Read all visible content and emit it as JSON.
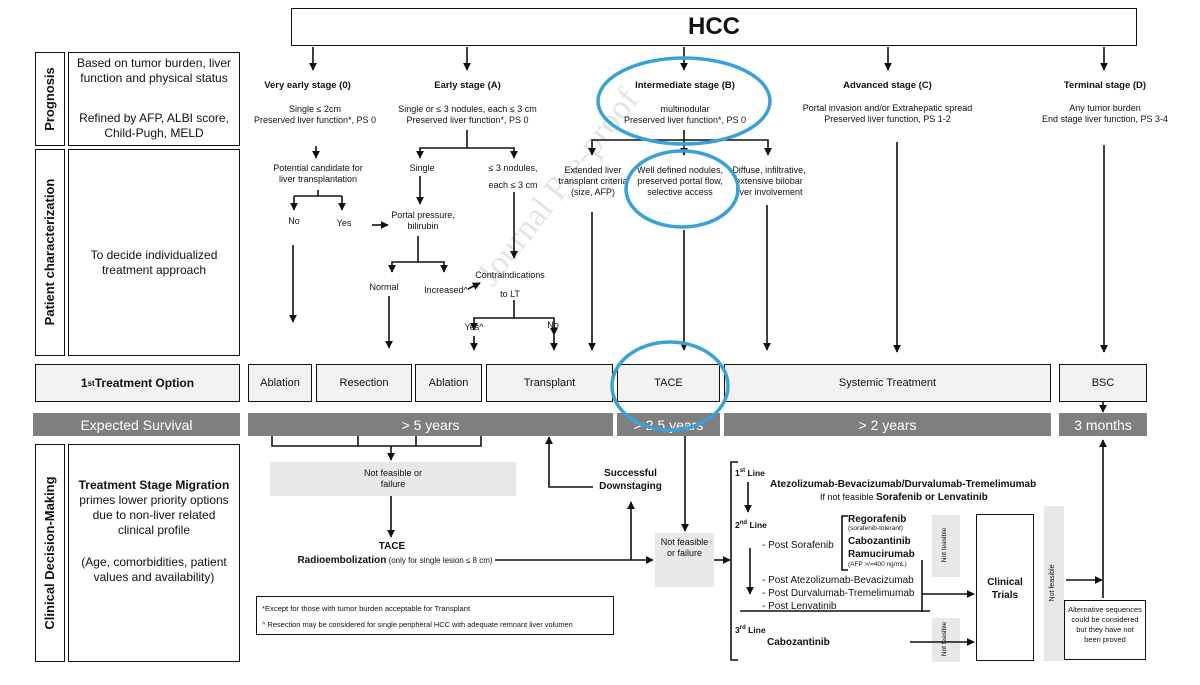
{
  "header": {
    "title": "HCC"
  },
  "rows": {
    "prognosis": {
      "label": "Prognosis",
      "desc1": "Based on tumor burden, liver function and physical status",
      "desc2": "Refined by AFP,  ALBI score, Child-Pugh, MELD"
    },
    "patient": {
      "label": "Patient characterization",
      "desc": "To decide individualized treatment approach"
    },
    "first_option": {
      "label_prefix": "1",
      "label_sup": "st",
      "label_suffix": " Treatment Option"
    },
    "survival": {
      "label": "Expected Survival"
    },
    "clinical": {
      "label": "Clinical Decision-Making",
      "desc_bold": "Treatment Stage Migration",
      "desc1": " primes lower priority options due to non-liver related clinical profile",
      "desc2": "(Age, comorbidities, patient values and  availability)"
    }
  },
  "stages": {
    "very_early": {
      "title": "Very early stage (0)",
      "line1": "Single ≤ 2cm",
      "line2": "Preserved liver function*, PS 0"
    },
    "early": {
      "title": "Early stage (A)",
      "line1": "Single or ≤ 3 nodules, each ≤ 3 cm",
      "line2": "Preserved liver function*, PS 0"
    },
    "intermediate": {
      "title": "Intermediate  stage (B)",
      "line1": "multinodular",
      "line2": "Preserved liver function*, PS 0"
    },
    "advanced": {
      "title": "Advanced  stage (C)",
      "line1": "Portal invasion  and/or Extrahepatic spread",
      "line2": "Preserved liver function, PS 1-2"
    },
    "terminal": {
      "title": "Terminal stage (D)",
      "line1": "Any tumor burden",
      "line2": "End stage liver function, PS 3-4"
    }
  },
  "patient_nodes": {
    "candidate": "Potential candidate for liver transplantation",
    "no": "No",
    "yes": "Yes",
    "single": "Single",
    "le3": "≤ 3 nodules,",
    "le3b": "each ≤ 3 cm",
    "portal": "Portal pressure, bilirubin",
    "normal": "Normal",
    "increased": "Increased^",
    "contra": "Contraindications",
    "contra2": "to LT",
    "yes2": "Yes^",
    "no2": "No",
    "extended": "Extended liver transplant criteria (size, AFP)",
    "welldef": "Well defined nodules, preserved portal flow, selective access",
    "diffuse": "Diffuse, infiltrative, extensive bilobar liver involvement"
  },
  "options": {
    "ablation1": "Ablation",
    "resection": "Resection",
    "ablation2": "Ablation",
    "transplant": "Transplant",
    "tace": "TACE",
    "systemic": "Systemic Treatment",
    "bsc": "BSC"
  },
  "survival": {
    "s1": "> 5 years",
    "s2": "> 2.5 years",
    "s3": "> 2 years",
    "s4": "3 months"
  },
  "decision": {
    "not_feasible_failure": "Not  feasible or failure",
    "successful": "Successful Downstaging",
    "tace2": "TACE",
    "radio_bold": "Radioembolization",
    "radio_rest": " (only  for single lesion ≤ 8 cm)",
    "nf_mid": "Not feasible or failure",
    "footnote1": "*Except for  those with tumor burden acceptable for Transplant",
    "footnote2": "^ Resection may be considered for single peripheral HCC with adequate remnant liver volumen"
  },
  "systemic": {
    "line1_num": "1",
    "line1_sup": "st",
    "line1_word": " Line",
    "line1_drug": "Atezolizumab-Bevacizumab/Durvalumab-Tremelimumab",
    "line1_nf": "If not feasible ",
    "line1_alt": "Sorafenib or Lenvatinib",
    "line2_num": "2",
    "line2_sup": "nd",
    "line2_word": " Line",
    "post_sorafenib": "- Post Sorafenib",
    "rego": "Regorafenib",
    "rego_note": "(sorafenib-tolerant)",
    "cabo": "Cabozantinib",
    "ramu": "Ramucirumab",
    "ramu_note": "(AFP >/=400 ng/mL)",
    "post_atezo": "- Post Atezolizumab-Bevacizumab",
    "post_durva": "- Post Durvalumab-Tremelimumab",
    "post_lenva": "- Post Lenvatinib",
    "line3_num": "3",
    "line3_sup": "rd",
    "line3_word": " Line",
    "line3_drug": "Cabozantinib",
    "not_feasible_small": "Not feasible",
    "clinical_trials": "Clinical Trials",
    "not_feasible_tall": "Not feasible",
    "alternative": "Alternative sequences could be considered but they have not been proved"
  },
  "watermark": {
    "text": "Journal Pre-proof"
  },
  "colors": {
    "highlight": "#3aa0d8",
    "survival_bar": "#7f7f7f",
    "option_bg": "#f2f2f2",
    "grey_box": "#e8e8e8"
  }
}
